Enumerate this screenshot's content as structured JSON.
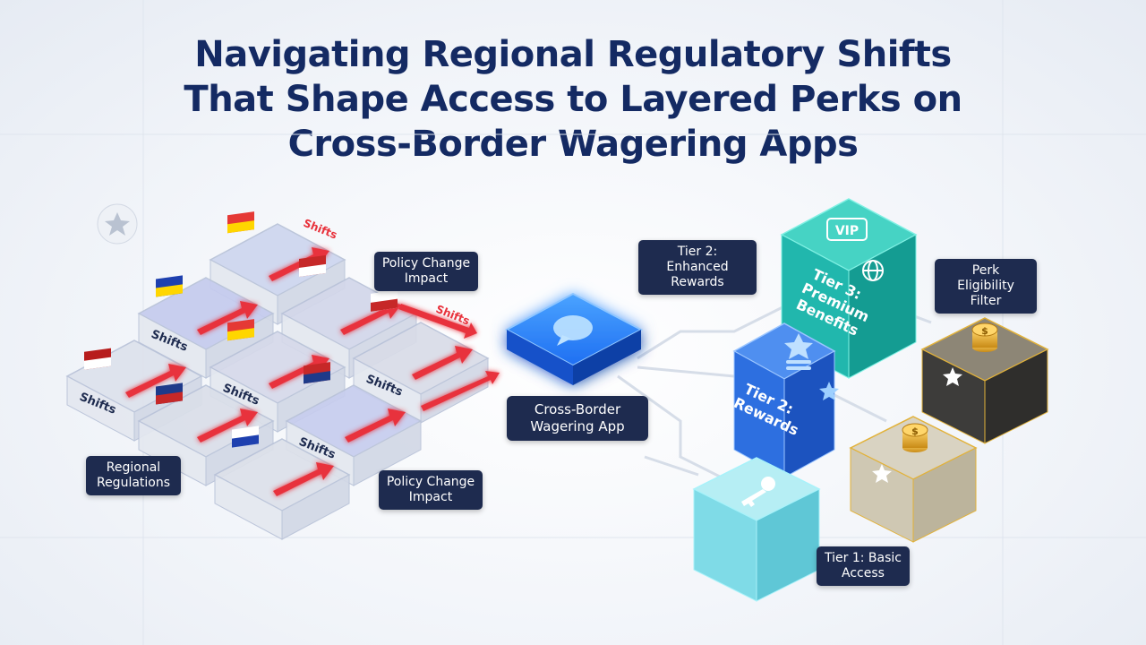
{
  "title": {
    "line1": "Navigating Regional Regulatory Shifts",
    "line2": "That Shape Access to Layered Perks on",
    "line3": "Cross-Border Wagering Apps"
  },
  "labels": {
    "regional_regulations": [
      "Regional",
      "Regulations"
    ],
    "policy_change_top": [
      "Policy Change",
      "Impact"
    ],
    "policy_change_bottom": [
      "Policy Change",
      "Impact"
    ],
    "app": [
      "Cross-Border",
      "Wagering App"
    ],
    "tier2_enhanced": [
      "Tier 2: Enhanced",
      "Rewards"
    ],
    "perk_filter": [
      "Perk Eligibility",
      "Filter"
    ],
    "tier1_basic": [
      "Tier 1: Basic",
      "Access"
    ]
  },
  "shifts_word": "Shifts",
  "cube_text": {
    "tier3": [
      "Tier 3:",
      "Premium",
      "Benefits"
    ],
    "tier2": [
      "Tier 2:",
      "Rewards"
    ],
    "vip": "VIP"
  },
  "colors": {
    "title": "#142a63",
    "label_bg": "#1e2b4f",
    "arrow_red": "#e8323c",
    "app_blue": "#1f6ff2",
    "tier3_teal": "#21b7ad",
    "tier2_blue": "#2d6fe0",
    "tier1_cyan": "#5fd0df",
    "gold": "#e2b23a"
  },
  "icons": [
    "star-icon",
    "vip-badge-icon",
    "globe-icon",
    "coin-stack-icon",
    "key-icon",
    "stars-stack-icon",
    "flag-icons"
  ]
}
